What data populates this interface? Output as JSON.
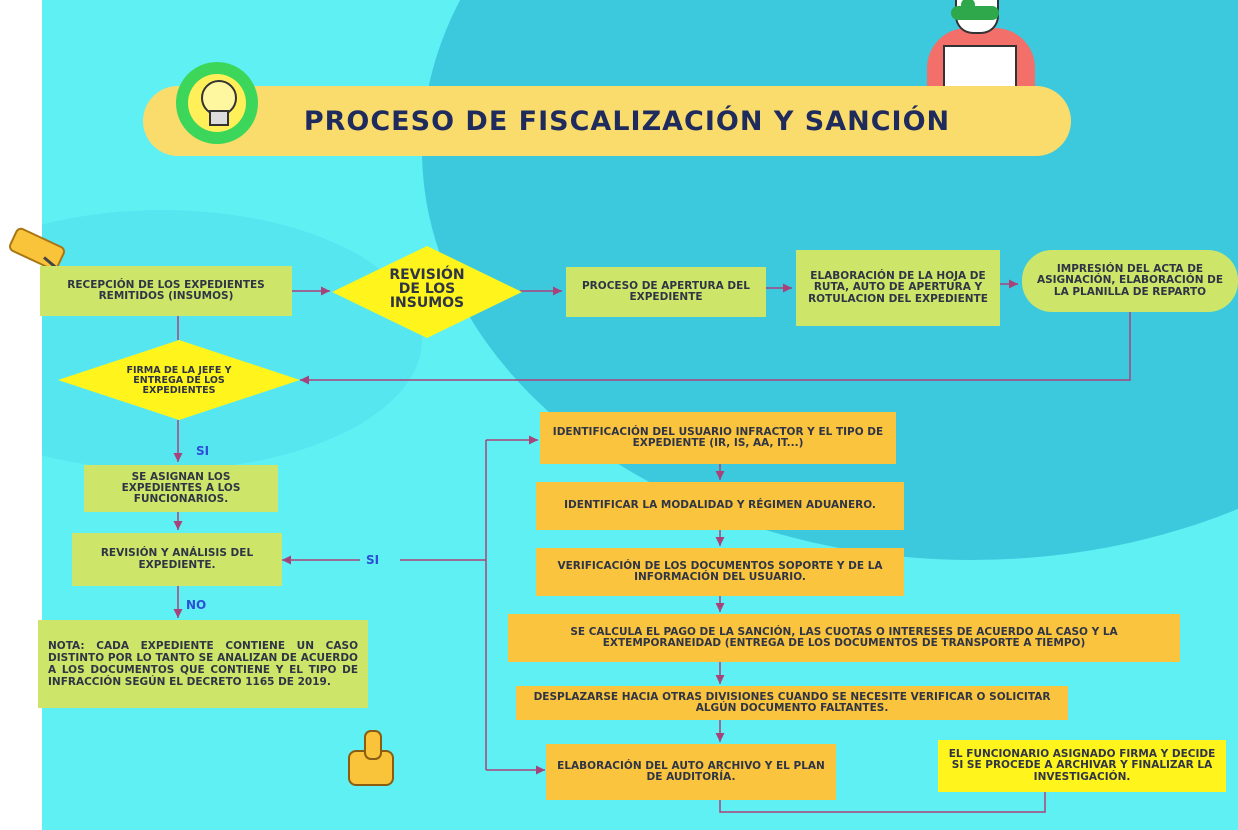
{
  "title": "PROCESO DE FISCALIZACIÓN Y SANCIÓN",
  "nodes": {
    "recepcion": "RECEPCIÓN DE LOS EXPEDIENTES REMITIDOS (INSUMOS)",
    "revision_insumos": "REVISIÓN DE LOS INSUMOS",
    "apertura": "PROCESO DE APERTURA DEL EXPEDIENTE",
    "hoja_ruta": "ELABORACIÓN DE LA HOJA DE RUTA, AUTO DE APERTURA Y ROTULACION DEL EXPEDIENTE",
    "impresion": "IMPRESIÓN DEL ACTA DE ASIGNACIÓN, ELABORACIÓN DE LA PLANILLA DE REPARTO",
    "firma_jefe": "FIRMA DE LA JEFE Y ENTREGA DE LOS EXPEDIENTES",
    "asignan": "SE ASIGNAN LOS EXPEDIENTES A LOS FUNCIONARIOS.",
    "revision_analisis": "REVISIÓN Y ANÁLISIS DEL EXPEDIENTE.",
    "nota": "NOTA: CADA EXPEDIENTE CONTIENE UN CASO DISTINTO POR LO TANTO SE ANALIZAN DE ACUERDO A LOS DOCUMENTOS QUE CONTIENE Y EL TIPO DE INFRACCIÓN SEGÚN EL DECRETO 1165 DE 2019.",
    "identificacion": "IDENTIFICACIÓN DEL USUARIO INFRACTOR Y EL TIPO DE EXPEDIENTE (IR, IS, AA, IT...)",
    "modalidad": "IDENTIFICAR LA MODALIDAD Y RÉGIMEN ADUANERO.",
    "verificacion": "VERIFICACIÓN DE LOS DOCUMENTOS SOPORTE Y DE LA INFORMACIÓN DEL USUARIO.",
    "calcula": "SE CALCULA EL PAGO DE LA SANCIÓN, LAS CUOTAS O INTERESES DE ACUERDO AL CASO Y LA EXTEMPORANEIDAD (ENTREGA DE LOS DOCUMENTOS DE TRANSPORTE A TIEMPO)",
    "desplazarse": "DESPLAZARSE HACIA OTRAS DIVISIONES CUANDO SE NECESITE VERIFICAR O SOLICITAR ALGÚN DOCUMENTO FALTANTES.",
    "elaboracion_auto": "ELABORACIÓN DEL AUTO ARCHIVO Y EL PLAN DE AUDITORÍA.",
    "funcionario": "EL FUNCIONARIO ASIGNADO FIRMA Y DECIDE SI SE PROCEDE A ARCHIVAR Y FINALIZAR LA INVESTIGACIÓN."
  },
  "labels": {
    "si_1": "SI",
    "si_2": "SI",
    "no": "NO"
  },
  "colors": {
    "background": "#5ff0f4",
    "accent_blob": "#3cc9de",
    "title_pill": "#f9dc6c",
    "box_green": "#cde66a",
    "box_orange": "#fbc43f",
    "diamond_yellow": "#fff41c",
    "connector": "#a8427a",
    "label_blue": "#2c4fd6"
  },
  "icons": [
    "lightbulb-icon",
    "pushpin-icon",
    "thumbs-up-icon",
    "person-illustration"
  ]
}
